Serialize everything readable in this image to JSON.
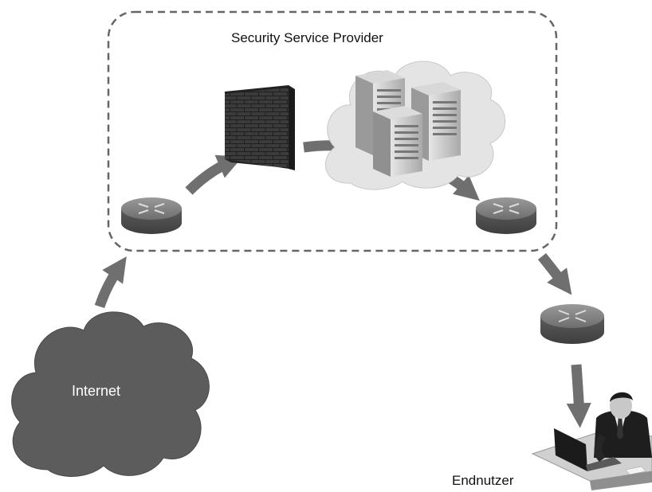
{
  "labels": {
    "provider": "Security Service Provider",
    "internet": "Internet",
    "end_user": "Endnutzer"
  },
  "colors": {
    "boundary": "#666666",
    "arrow": "#6f6f6f",
    "cloud_dark": "#5a5a5a",
    "cloud_light": "#e2e2e2",
    "router_top": "#8a8a8a",
    "router_side": "#555555",
    "firewall": "#3a3a3a",
    "server": "#c9c9c9"
  },
  "icons": [
    "internet-cloud-icon",
    "router-icon",
    "firewall-icon",
    "server-rack-icon",
    "end-user-icon"
  ]
}
